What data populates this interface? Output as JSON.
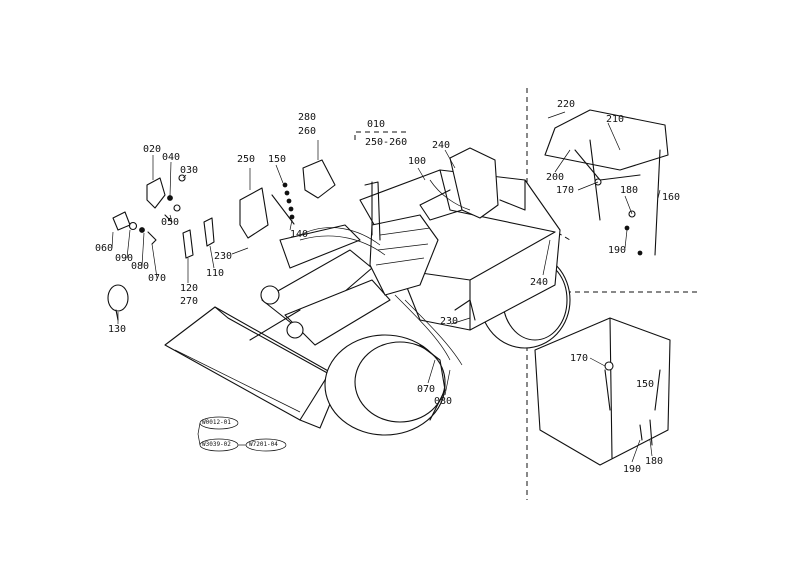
{
  "callouts": {
    "c010": "010",
    "c250_260": "250-260",
    "c020": "020",
    "c040": "040",
    "c030": "030",
    "c050": "050",
    "c060": "060",
    "c090": "090",
    "c080a": "080",
    "c070a": "070",
    "c110": "110",
    "c120": "120",
    "c270": "270",
    "c130": "130",
    "c250": "250",
    "c150": "150",
    "c140": "140",
    "c280": "280",
    "c260": "260",
    "c100": "100",
    "c240a": "240",
    "c230a": "230",
    "c240b": "240",
    "c230b": "230",
    "c070b": "070",
    "c080b": "080",
    "c220": "220",
    "c210": "210",
    "c200": "200",
    "c170a": "170",
    "c180a": "180",
    "c160": "160",
    "c190a": "190",
    "c170b": "170",
    "c150b": "150",
    "c190b": "190",
    "c180b": "180"
  },
  "reference_codes": {
    "ref1": "W0012-01",
    "ref2": "W3039-02",
    "ref3": "W7201-04"
  }
}
